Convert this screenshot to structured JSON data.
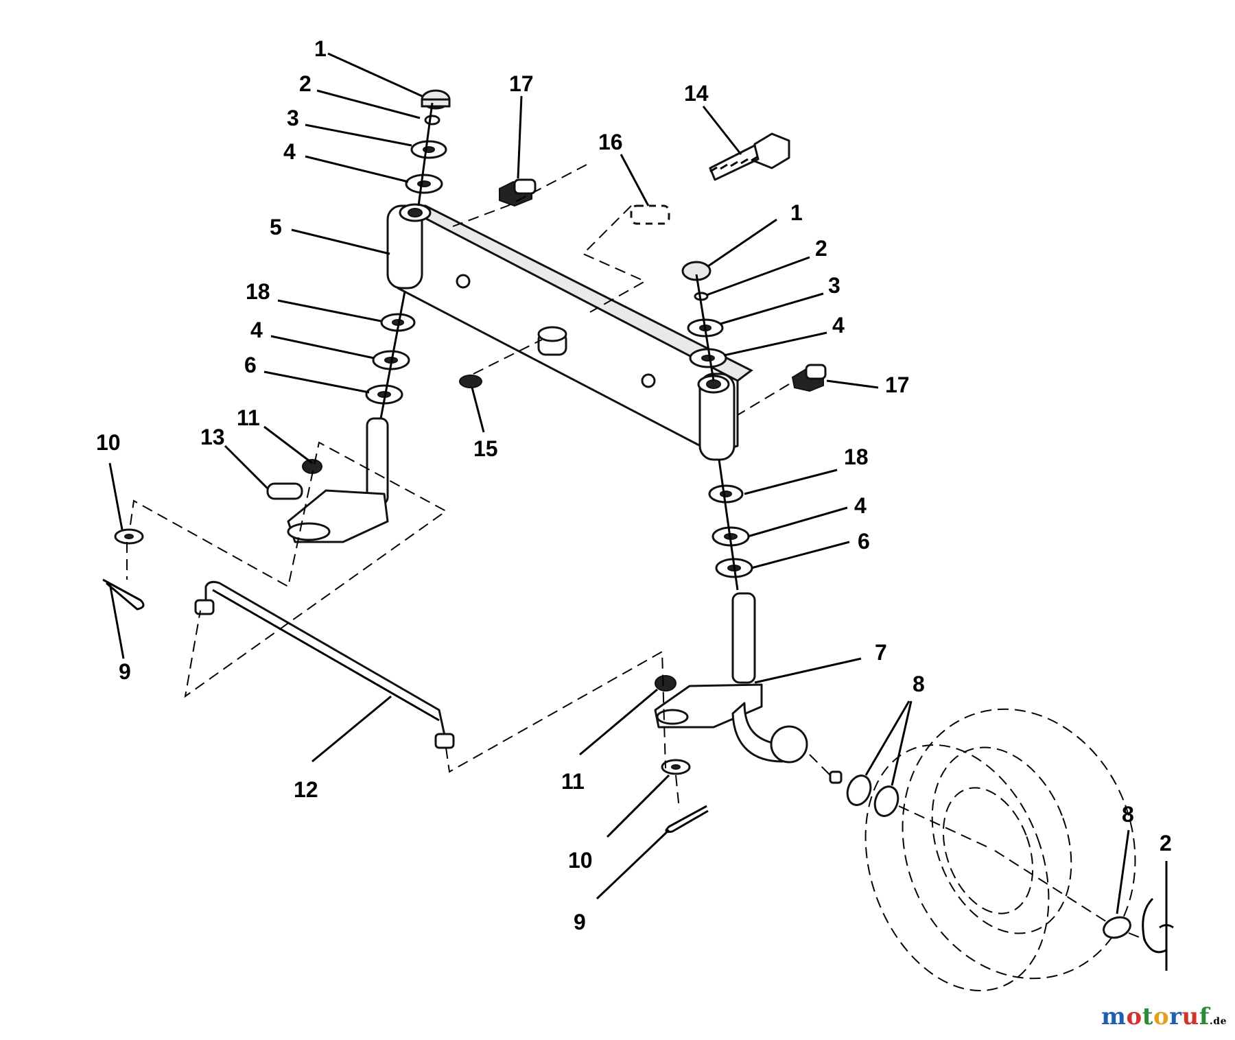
{
  "diagram": {
    "callouts": {
      "c1a": "1",
      "c2a": "2",
      "c3a": "3",
      "c4a": "4",
      "c5": "5",
      "c17a": "17",
      "c14": "14",
      "c16": "16",
      "c1b": "1",
      "c2b": "2",
      "c3b": "3",
      "c4b": "4",
      "c17b": "17",
      "c18a": "18",
      "c4c": "4",
      "c6a": "6",
      "c15": "15",
      "c11a": "11",
      "c13": "13",
      "c10a": "10",
      "c9a": "9",
      "c18b": "18",
      "c4d": "4",
      "c6b": "6",
      "c7": "7",
      "c8a": "8",
      "c12": "12",
      "c11b": "11",
      "c10b": "10",
      "c9b": "9",
      "c8b": "8",
      "c2c": "2"
    }
  },
  "watermark": {
    "letters": [
      "m",
      "o",
      "t",
      "o",
      "r",
      "u",
      "f"
    ],
    "colors": [
      "#1f5fb0",
      "#d0352b",
      "#2a8a3a",
      "#e0a020",
      "#1f5fb0",
      "#d0352b",
      "#2a8a3a"
    ],
    "tld": ".de"
  }
}
